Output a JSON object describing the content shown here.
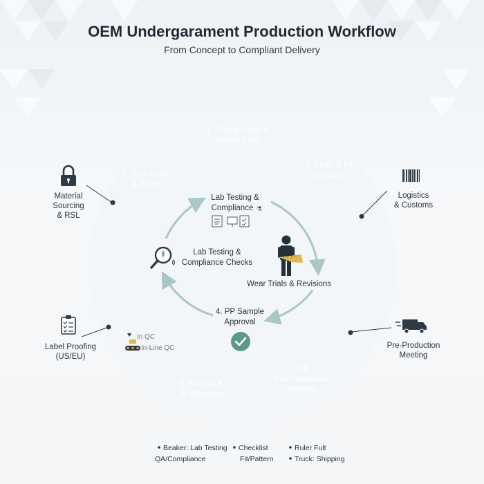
{
  "header": {
    "title": "OEM Undergarament Production Workflow",
    "subtitle": "From Concept to Compliant Delivery"
  },
  "colors": {
    "ring_blue_dark": "#55849c",
    "ring_blue_mid": "#6d9ab0",
    "ring_teal_light": "#8db7c4",
    "ring_green": "#86ad9c",
    "ring_green_light": "#9cc0ae",
    "inner_arrow": "#a8c7c6",
    "accent_check": "#5b9a87"
  },
  "ring": {
    "segments": [
      {
        "lines": [
          "1. Design Brief &",
          "Range Plan"
        ]
      },
      {
        "lines": [
          "3. Proto & Fit",
          "Sessions"
        ]
      },
      {
        "lines": []
      },
      {
        "lines": []
      },
      {
        "lines": [
          "Bulk",
          "Pre-Production",
          "Meeting"
        ]
      },
      {
        "lines": [
          "6. Final AQL",
          "& Shipment"
        ]
      },
      {
        "lines": []
      },
      {
        "lines": []
      },
      {
        "lines": [
          "2. Tech Pack",
          "& BOM"
        ]
      }
    ]
  },
  "inner": {
    "top_lines": [
      "Lab Testing &",
      "Compliance"
    ],
    "left_lines": [
      "Lab Testing &",
      "Compliance Checks"
    ],
    "right_label": "Wear Trials & Revisions",
    "bottom_lines": [
      "4. PP Sample",
      "Approval"
    ],
    "qc_lines": [
      "In QC",
      "In-Line QC"
    ]
  },
  "side": {
    "material": [
      "Material",
      "Sourcing",
      "& RSL"
    ],
    "logistics": [
      "Logistics",
      "& Customs"
    ],
    "label_proofing": [
      "Label Proofing",
      "(US/EU)"
    ],
    "pre_production": [
      "Pre-Production",
      "Meeting"
    ]
  },
  "icons": {
    "material": "lock-icon",
    "logistics": "barcode-icon",
    "label_proofing": "clipboard-icon",
    "pre_production": "truck-icon",
    "inner_left": "magnifier-icon",
    "inner_right": "person-tape-icon",
    "inner_bottom": "check-circle-icon",
    "inner_top": "documents-icon"
  },
  "legend": [
    {
      "lines": [
        "Beaker: Lab Testing",
        "QA/Compliance"
      ]
    },
    {
      "lines": [
        "Checklist",
        "Fit/Pattern"
      ]
    },
    {
      "lines": [
        "Ruler Fult",
        "Truck: Shipping"
      ]
    }
  ]
}
